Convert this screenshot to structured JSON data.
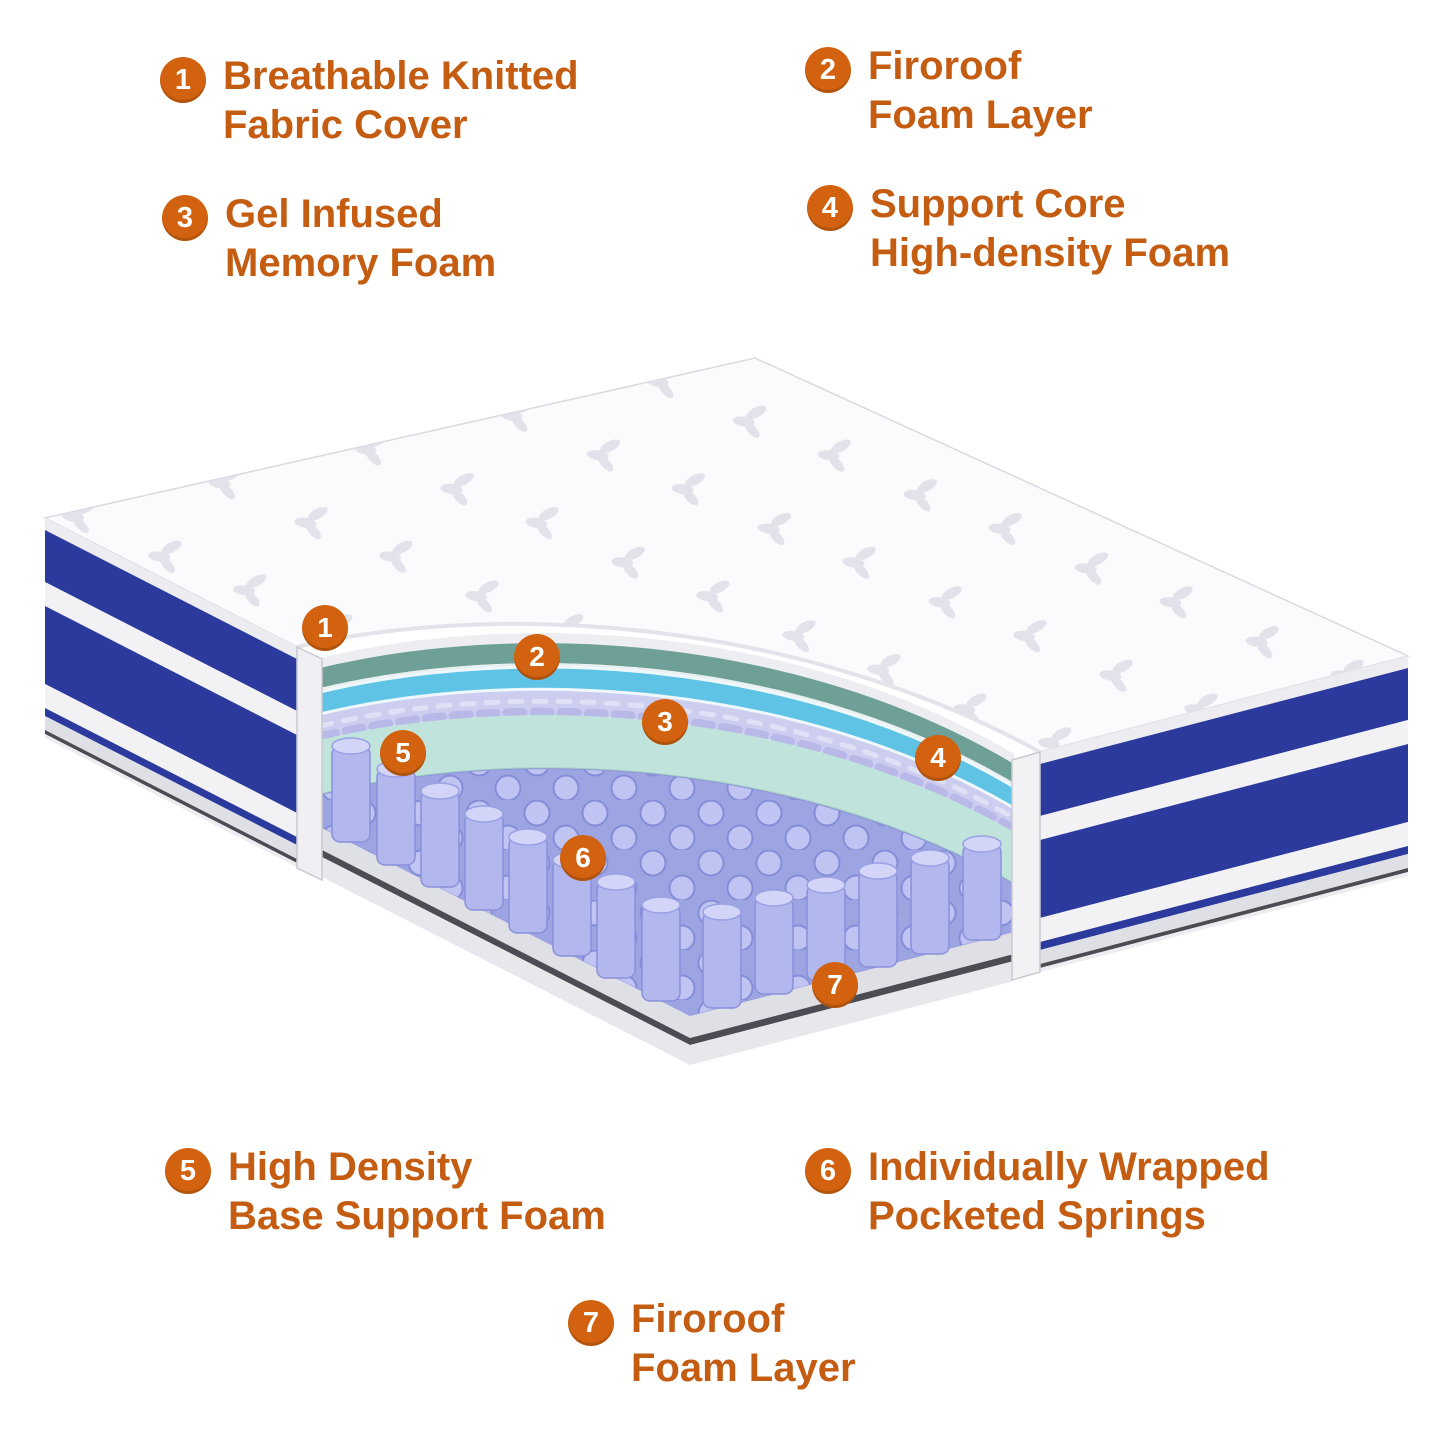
{
  "colors": {
    "accent_text": "#c45c12",
    "badge_orange": "#d2620f",
    "side_blue": "#2b3a9c",
    "side_stripe_white": "#f2f2f5",
    "layer_cover_edge": "#ededf2",
    "layer_green": "#6fa097",
    "layer_cyan": "#5fc3e6",
    "layer_memory_foam": "#cdcdf0",
    "layer_support_foam": "#c0e4db",
    "springs_purple": "#9da4e2",
    "base_foam": "#dfdfe6",
    "base_dark_line": "#4c4c54",
    "bottom_rim": "#e8e8ec",
    "top_fabric": "#fbfbfd"
  },
  "callouts": [
    {
      "num": "1",
      "line1": "Breathable Knitted",
      "line2": "Fabric Cover"
    },
    {
      "num": "2",
      "line1": "Firoroof",
      "line2": "Foam Layer"
    },
    {
      "num": "3",
      "line1": "Gel Infused",
      "line2": "Memory Foam"
    },
    {
      "num": "4",
      "line1": "Support Core",
      "line2": "High-density Foam"
    },
    {
      "num": "5",
      "line1": "High Density",
      "line2": "Base Support Foam"
    },
    {
      "num": "6",
      "line1": "Individually Wrapped",
      "line2": "Pocketed Springs"
    },
    {
      "num": "7",
      "line1": "Firoroof",
      "line2": "Foam Layer"
    }
  ]
}
